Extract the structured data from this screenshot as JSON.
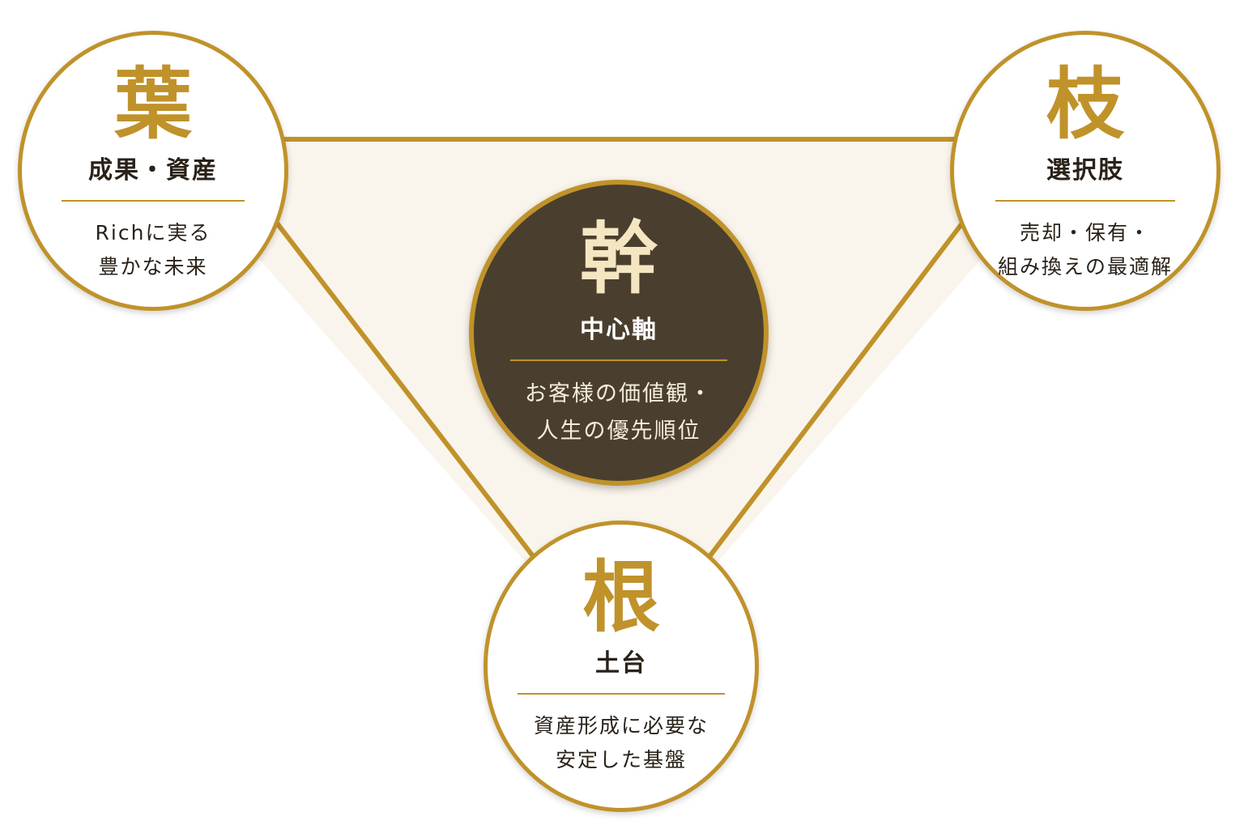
{
  "colors": {
    "gold": "#c0922a",
    "dark": "#4a3f2e",
    "cream": "#f5e6c2",
    "triangle_fill": "#faf5ec"
  },
  "center": {
    "kanji": "幹",
    "title": "中心軸",
    "description": [
      "お客様の価値観・",
      "人生の優先順位"
    ]
  },
  "nodes": {
    "leaf": {
      "kanji": "葉",
      "title": "成果・資産",
      "description": [
        "Richに実る",
        "豊かな未来"
      ]
    },
    "branch": {
      "kanji": "枝",
      "title": "選択肢",
      "description": [
        "売却・保有・",
        "組み換えの最適解"
      ]
    },
    "root": {
      "kanji": "根",
      "title": "土台",
      "description": [
        "資産形成に必要な",
        "安定した基盤"
      ]
    }
  }
}
